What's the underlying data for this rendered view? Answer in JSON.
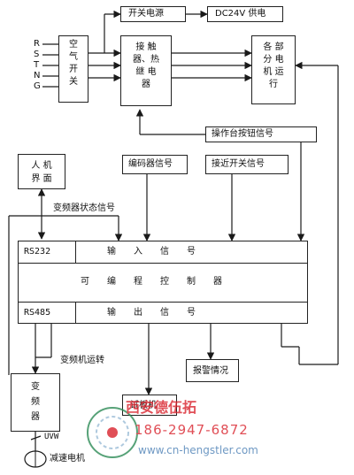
{
  "power": {
    "switch_power": "开关电源",
    "dc24": "DC24V 供电"
  },
  "phase_labels": [
    "R",
    "S",
    "T",
    "N",
    "G"
  ],
  "air_switch": {
    "chars": [
      "空",
      "气",
      "开",
      "关"
    ]
  },
  "contactor": {
    "lines": [
      "接 触",
      "器、热",
      "继 电",
      "器"
    ]
  },
  "motors": {
    "chars": [
      "各 部",
      "分 电",
      "机 运",
      "行"
    ]
  },
  "console_signal": "操作台按钮信号",
  "hmi": {
    "line1": "人 机",
    "line2": "界 面"
  },
  "encoder_signal": "编码器信号",
  "proximity_signal": "接近开关信号",
  "inverter_status": "变频器状态信号",
  "plc": {
    "rs232": "RS232",
    "input": "输　　入　　信　　号",
    "controller": "可　　编　　程　　控　　制　　器",
    "rs485": "RS485",
    "output": "输　　出　　信　　号"
  },
  "inverter_run": "变频机运转",
  "inverter": {
    "chars": [
      "变",
      "频",
      "器"
    ]
  },
  "alarm": "报警情况",
  "board_machine": "试板机",
  "uvw": "UVW",
  "motor": "减速电机",
  "watermark": {
    "company": "西安德伍拓",
    "phone": "186-2947-6872",
    "url": "www.cn-hengstler.com"
  },
  "colors": {
    "line": "#1a1a1a",
    "watermark_red": "#d9232d",
    "watermark_green": "#2e8b57"
  }
}
